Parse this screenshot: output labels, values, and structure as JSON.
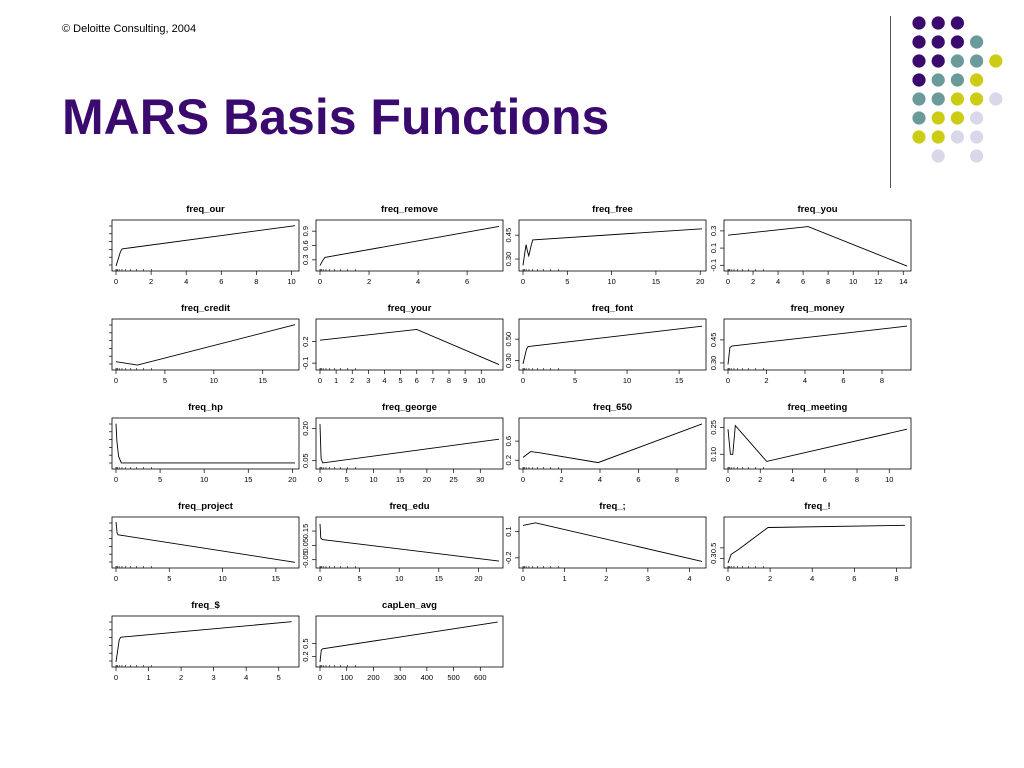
{
  "slide": {
    "copyright": "© Deloitte Consulting, 2004",
    "title": "MARS Basis Functions"
  },
  "palette": {
    "title_color": "#3b0a6e",
    "dark_purple": "#3b0a6e",
    "teal": "#6a9a9a",
    "yellow": "#cccc14",
    "lavender": "#d8d8ea"
  },
  "decor_dots": [
    [
      "p",
      "p",
      "p",
      "",
      ""
    ],
    [
      "p",
      "p",
      "p",
      "t",
      ""
    ],
    [
      "p",
      "p",
      "t",
      "t",
      "y"
    ],
    [
      "p",
      "t",
      "t",
      "y",
      ""
    ],
    [
      "t",
      "t",
      "y",
      "y",
      "l"
    ],
    [
      "t",
      "y",
      "y",
      "l",
      ""
    ],
    [
      "y",
      "y",
      "l",
      "l",
      ""
    ],
    [
      "",
      "l",
      "",
      "l",
      ""
    ]
  ],
  "chart_data": [
    {
      "type": "line",
      "title": "freq_our",
      "xlim": [
        0,
        10.2
      ],
      "ylim": [
        0,
        1
      ],
      "xticks": [
        "0",
        "2",
        "4",
        "6",
        "8",
        "10"
      ],
      "yticks": [],
      "x": [
        0,
        0.25,
        0.35,
        10.2
      ],
      "y": [
        0.02,
        0.35,
        0.42,
        0.96
      ]
    },
    {
      "type": "line",
      "title": "freq_remove",
      "xlim": [
        0,
        7.3
      ],
      "ylim": [
        0.15,
        1.05
      ],
      "xticks": [
        "0",
        "2",
        "4",
        "6"
      ],
      "yticks": [
        "0.3",
        "0.6",
        "0.9"
      ],
      "x": [
        0,
        0.1,
        0.2,
        7.3
      ],
      "y": [
        0.18,
        0.28,
        0.35,
        1.0
      ]
    },
    {
      "type": "line",
      "title": "freq_free",
      "xlim": [
        0,
        20.2
      ],
      "ylim": [
        0.25,
        0.52
      ],
      "xticks": [
        "0",
        "5",
        "10",
        "15",
        "20"
      ],
      "yticks": [
        "0.30",
        "0.45"
      ],
      "x": [
        0,
        0.2,
        0.35,
        0.5,
        0.65,
        0.9,
        1.1,
        20.2
      ],
      "y": [
        0.26,
        0.34,
        0.39,
        0.35,
        0.32,
        0.38,
        0.42,
        0.49
      ]
    },
    {
      "type": "line",
      "title": "freq_you",
      "xlim": [
        0,
        14.3
      ],
      "ylim": [
        -0.12,
        0.38
      ],
      "xticks": [
        "0",
        "2",
        "4",
        "6",
        "8",
        "10",
        "12",
        "14"
      ],
      "yticks": [
        "-0.1",
        "0.1",
        "0.3"
      ],
      "x": [
        0,
        6.4,
        14.3
      ],
      "y": [
        0.25,
        0.35,
        -0.11
      ]
    },
    {
      "type": "line",
      "title": "freq_credit",
      "xlim": [
        0,
        18.3
      ],
      "ylim": [
        0,
        1
      ],
      "xticks": [
        "0",
        "5",
        "10",
        "15"
      ],
      "yticks": [],
      "x": [
        0,
        2.2,
        18.3
      ],
      "y": [
        0.1,
        0.02,
        0.96
      ]
    },
    {
      "type": "line",
      "title": "freq_your",
      "xlim": [
        0,
        11.1
      ],
      "ylim": [
        -0.14,
        0.46
      ],
      "xticks": [
        "0",
        "1",
        "2",
        "3",
        "4",
        "5",
        "6",
        "7",
        "8",
        "9",
        "10"
      ],
      "yticks": [
        "-0.1",
        "0.2"
      ],
      "x": [
        0,
        6.0,
        11.1
      ],
      "y": [
        0.22,
        0.37,
        -0.12
      ]
    },
    {
      "type": "line",
      "title": "freq_font",
      "xlim": [
        0,
        17.2
      ],
      "ylim": [
        0.25,
        0.65
      ],
      "xticks": [
        "0",
        "5",
        "10",
        "15"
      ],
      "yticks": [
        "0.30",
        "0.50"
      ],
      "x": [
        0,
        0.35,
        0.5,
        17.2
      ],
      "y": [
        0.27,
        0.41,
        0.43,
        0.62
      ]
    },
    {
      "type": "line",
      "title": "freq_money",
      "xlim": [
        0,
        9.3
      ],
      "ylim": [
        0.28,
        0.56
      ],
      "xticks": [
        "0",
        "2",
        "4",
        "6",
        "8"
      ],
      "yticks": [
        "0.30",
        "0.45"
      ],
      "x": [
        0,
        0.1,
        0.2,
        9.3
      ],
      "y": [
        0.29,
        0.4,
        0.41,
        0.54
      ]
    },
    {
      "type": "line",
      "title": "freq_hp",
      "xlim": [
        0,
        20.3
      ],
      "ylim": [
        0,
        1
      ],
      "xticks": [
        "0",
        "5",
        "10",
        "15",
        "20"
      ],
      "yticks": [],
      "x": [
        0,
        0.1,
        0.3,
        0.6,
        20.3
      ],
      "y": [
        0.96,
        0.55,
        0.2,
        0.05,
        0.05
      ]
    },
    {
      "type": "line",
      "title": "freq_george",
      "xlim": [
        0,
        33.5
      ],
      "ylim": [
        0.03,
        0.23
      ],
      "xticks": [
        "0",
        "5",
        "10",
        "15",
        "20",
        "25",
        "30"
      ],
      "yticks": [
        "0.05",
        "0.20"
      ],
      "x": [
        0,
        0.2,
        0.5,
        33.5
      ],
      "y": [
        0.22,
        0.06,
        0.04,
        0.15
      ]
    },
    {
      "type": "line",
      "title": "freq_650",
      "xlim": [
        0,
        9.3
      ],
      "ylim": [
        0.1,
        1.0
      ],
      "xticks": [
        "0",
        "2",
        "4",
        "6",
        "8"
      ],
      "yticks": [
        "0.2",
        "0.6"
      ],
      "x": [
        0,
        0.4,
        0.8,
        3.9,
        9.3
      ],
      "y": [
        0.26,
        0.38,
        0.36,
        0.15,
        0.96
      ]
    },
    {
      "type": "line",
      "title": "freq_meeting",
      "xlim": [
        0,
        11.1
      ],
      "ylim": [
        0.04,
        0.28
      ],
      "xticks": [
        "0",
        "2",
        "4",
        "6",
        "8",
        "10"
      ],
      "yticks": [
        "0.10",
        "0.25"
      ],
      "x": [
        0,
        0.15,
        0.3,
        0.45,
        2.4,
        11.1
      ],
      "y": [
        0.24,
        0.1,
        0.1,
        0.26,
        0.06,
        0.24
      ]
    },
    {
      "type": "line",
      "title": "freq_project",
      "xlim": [
        0,
        16.8
      ],
      "ylim": [
        0,
        1
      ],
      "xticks": [
        "0",
        "5",
        "10",
        "15"
      ],
      "yticks": [],
      "x": [
        0,
        0.1,
        0.2,
        16.8
      ],
      "y": [
        0.98,
        0.72,
        0.68,
        0.04
      ]
    },
    {
      "type": "line",
      "title": "freq_edu",
      "xlim": [
        0,
        22.6
      ],
      "ylim": [
        -0.08,
        0.22
      ],
      "xticks": [
        "0",
        "5",
        "10",
        "15",
        "20"
      ],
      "yticks": [
        "-0.05",
        "0.05",
        "0.15"
      ],
      "x": [
        0,
        0.1,
        0.3,
        22.6
      ],
      "y": [
        0.2,
        0.1,
        0.09,
        -0.06
      ]
    },
    {
      "type": "line",
      "title": "freq_;",
      "xlim": [
        0,
        4.3
      ],
      "ylim": [
        -0.27,
        0.22
      ],
      "xticks": [
        "0",
        "1",
        "2",
        "3",
        "4"
      ],
      "yticks": [
        "-0.2",
        "0.1"
      ],
      "x": [
        0,
        0.3,
        4.3
      ],
      "y": [
        0.17,
        0.2,
        -0.24
      ]
    },
    {
      "type": "line",
      "title": "freq_!",
      "xlim": [
        0,
        8.5
      ],
      "ylim": [
        0.2,
        1.0
      ],
      "xticks": [
        "0",
        "2",
        "4",
        "6",
        "8"
      ],
      "yticks": [
        "0.3",
        "0.5"
      ],
      "x": [
        0,
        0.15,
        0.5,
        1.9,
        8.4
      ],
      "y": [
        0.22,
        0.38,
        0.47,
        0.88,
        0.92
      ]
    },
    {
      "type": "line",
      "title": "freq_$",
      "xlim": [
        0,
        5.5
      ],
      "ylim": [
        0,
        1
      ],
      "xticks": [
        "0",
        "1",
        "2",
        "3",
        "4",
        "5"
      ],
      "yticks": [],
      "x": [
        0,
        0.1,
        0.15,
        5.4
      ],
      "y": [
        0.02,
        0.55,
        0.6,
        0.96
      ]
    },
    {
      "type": "line",
      "title": "capLen_avg",
      "xlim": [
        0,
        670
      ],
      "ylim": [
        0.05,
        1.05
      ],
      "xticks": [
        "0",
        "100",
        "200",
        "300",
        "400",
        "500",
        "600"
      ],
      "yticks": [
        "0.2",
        "0.5"
      ],
      "x": [
        0,
        5,
        10,
        665
      ],
      "y": [
        0.07,
        0.35,
        0.38,
        1.0
      ]
    }
  ]
}
